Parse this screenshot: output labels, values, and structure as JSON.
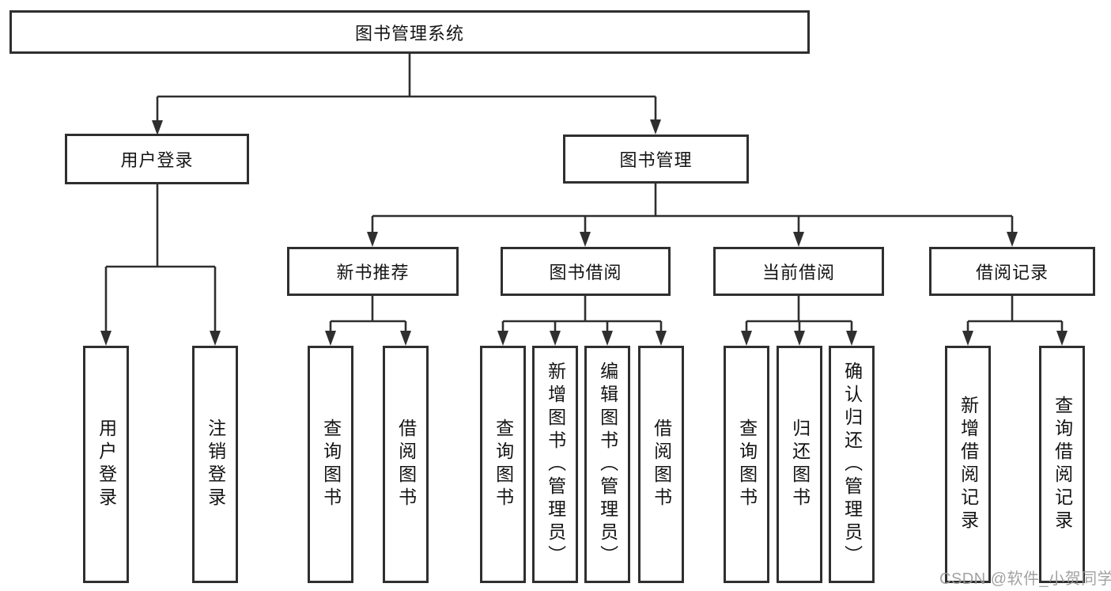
{
  "diagram": {
    "root": {
      "label": "图书管理系统"
    },
    "branches": [
      {
        "label": "用户登录",
        "children": [
          {
            "label": "用户登录"
          },
          {
            "label": "注销登录"
          }
        ]
      },
      {
        "label": "图书管理",
        "children": [
          {
            "label": "新书推荐",
            "children": [
              {
                "label": "查询图书"
              },
              {
                "label": "借阅图书"
              }
            ]
          },
          {
            "label": "图书借阅",
            "children": [
              {
                "label": "查询图书"
              },
              {
                "label": "新增图书（管理员）"
              },
              {
                "label": "编辑图书（管理员）"
              },
              {
                "label": "借阅图书"
              }
            ]
          },
          {
            "label": "当前借阅",
            "children": [
              {
                "label": "查询图书"
              },
              {
                "label": "归还图书"
              },
              {
                "label": "确认归还（管理员）"
              }
            ]
          },
          {
            "label": "借阅记录",
            "children": [
              {
                "label": "新增借阅记录"
              },
              {
                "label": "查询借阅记录"
              }
            ]
          }
        ]
      }
    ]
  },
  "watermark": {
    "text": "CSDN @软件_小贺同学"
  },
  "colors": {
    "line": "#2f2f2f",
    "text": "#141414",
    "background": "#ffffff",
    "watermark": "#9b9b9b"
  }
}
